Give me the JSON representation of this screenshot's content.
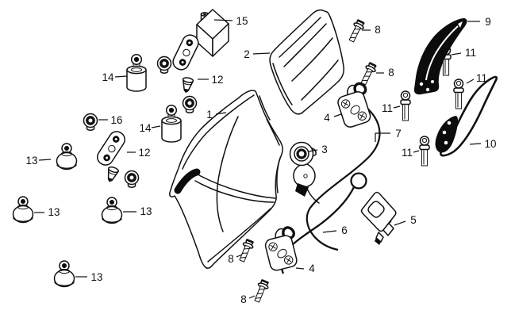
{
  "diagram": {
    "type": "exploded-parts-diagram",
    "colors": {
      "background": "#ffffff",
      "line": "#111111"
    },
    "callouts": [
      {
        "label": "15"
      },
      {
        "label": "2"
      },
      {
        "label": "9"
      },
      {
        "label": "8"
      },
      {
        "label": "11"
      },
      {
        "label": "8"
      },
      {
        "label": "11"
      },
      {
        "label": "14"
      },
      {
        "label": "12"
      },
      {
        "label": "1"
      },
      {
        "label": "16"
      },
      {
        "label": "14"
      },
      {
        "label": "11"
      },
      {
        "label": "7"
      },
      {
        "label": "3"
      },
      {
        "label": "10"
      },
      {
        "label": "5"
      },
      {
        "label": "6"
      },
      {
        "label": "4"
      },
      {
        "label": "4"
      },
      {
        "label": "8"
      },
      {
        "label": "8"
      },
      {
        "label": "13"
      },
      {
        "label": "13"
      },
      {
        "label": "13"
      },
      {
        "label": "13"
      },
      {
        "label": "12"
      },
      {
        "label": "11"
      }
    ]
  }
}
